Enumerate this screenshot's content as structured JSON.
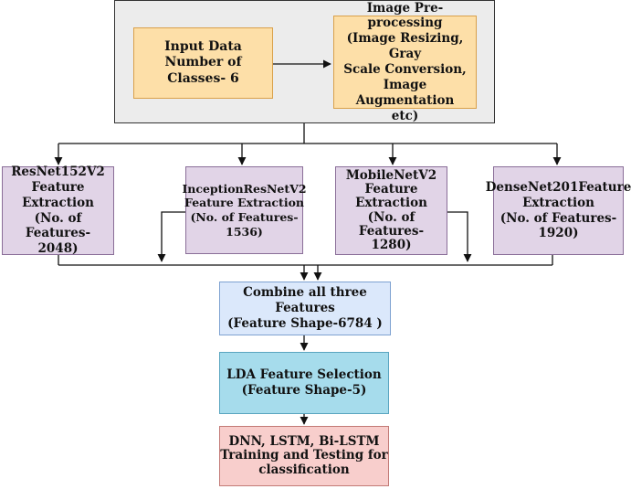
{
  "nodes": {
    "input_data": "Input Data\nNumber of Classes- 6",
    "preprocessing": "Image Pre-processing\n(Image Resizing, Gray\nScale Conversion,\nImage Augmentation\netc)",
    "resnet": "ResNet152V2\nFeature Extraction\n(No. of Features-\n2048)",
    "inception": "InceptionResNetV2\nFeature Extraction\n(No. of Features-\n1536)",
    "mobilenet": "MobileNetV2\nFeature\nExtraction\n(No. of Features-\n1280)",
    "densenet": "DenseNet201Feature\nExtraction\n(No. of Features-\n1920)",
    "combine": "Combine all three Features\n(Feature Shape-6784 )",
    "lda": "LDA Feature Selection\n(Feature Shape-5)",
    "classifier": "DNN, LSTM, Bi-LSTM\nTraining and Testing for\nclassification"
  },
  "colors": {
    "orange": "#fddfa8",
    "purple": "#e1d4e7",
    "light_blue": "#dbe8fb",
    "cyan": "#a6dcec",
    "pink": "#f8cecc",
    "container": "#ececec"
  }
}
